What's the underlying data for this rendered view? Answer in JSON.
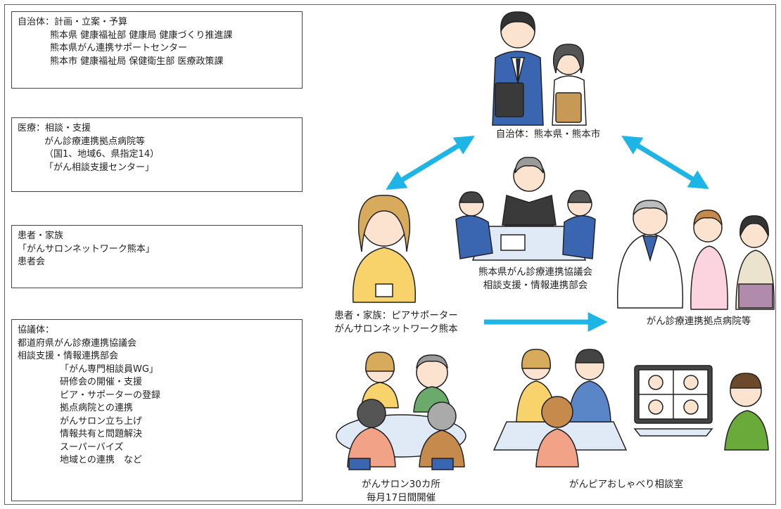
{
  "left_boxes": {
    "municipality": {
      "heading": "自治体：計画・立案・予算",
      "items": [
        "熊本県 健康福祉部 健康局 健康づくり推進課",
        "熊本県がん連携サポートセンター",
        "熊本市 健康福祉局 保健衛生部 医療政策課"
      ]
    },
    "medical": {
      "heading": "医療：相談・支援",
      "items": [
        "がん診療連携拠点病院等",
        "（国1、地域6、県指定14）",
        "「がん相談支援センター」"
      ]
    },
    "patients": {
      "heading": "患者・家族",
      "items": [
        "「がんサロンネットワーク熊本」",
        "患者会"
      ]
    },
    "council": {
      "heading": "協議体：",
      "lines": [
        "都道府県がん診療連携協議会",
        "相談支援・情報連携部会"
      ],
      "items": [
        "「がん専門相談員WG」",
        "研修会の開催・支援",
        "ピア・サポーターの登録",
        "拠点病院との連携",
        "がんサロン立ち上げ",
        "情報共有と問題解決",
        "スーパーバイズ",
        "地域との連携　など"
      ]
    }
  },
  "diagram": {
    "municipality_label": "自治体：熊本県・熊本市",
    "council_label": [
      "熊本県がん診療連携協議会",
      "相談支援・情報連携部会"
    ],
    "peer_label": [
      "患者・家族：ピアサポーター",
      "がんサロンネットワーク熊本"
    ],
    "hospital_label": "がん診療連携拠点病院等",
    "salon_label": [
      "がんサロン30カ所",
      "毎月17日間開催"
    ],
    "peer_room_label": "がんピアおしゃべり相談室"
  },
  "colors": {
    "arrow": "#1cb5e6",
    "suit": "#3a65b0",
    "table": "#dfeaf6",
    "yellow": "#f8d36b",
    "skin": "#fbe3cf"
  }
}
